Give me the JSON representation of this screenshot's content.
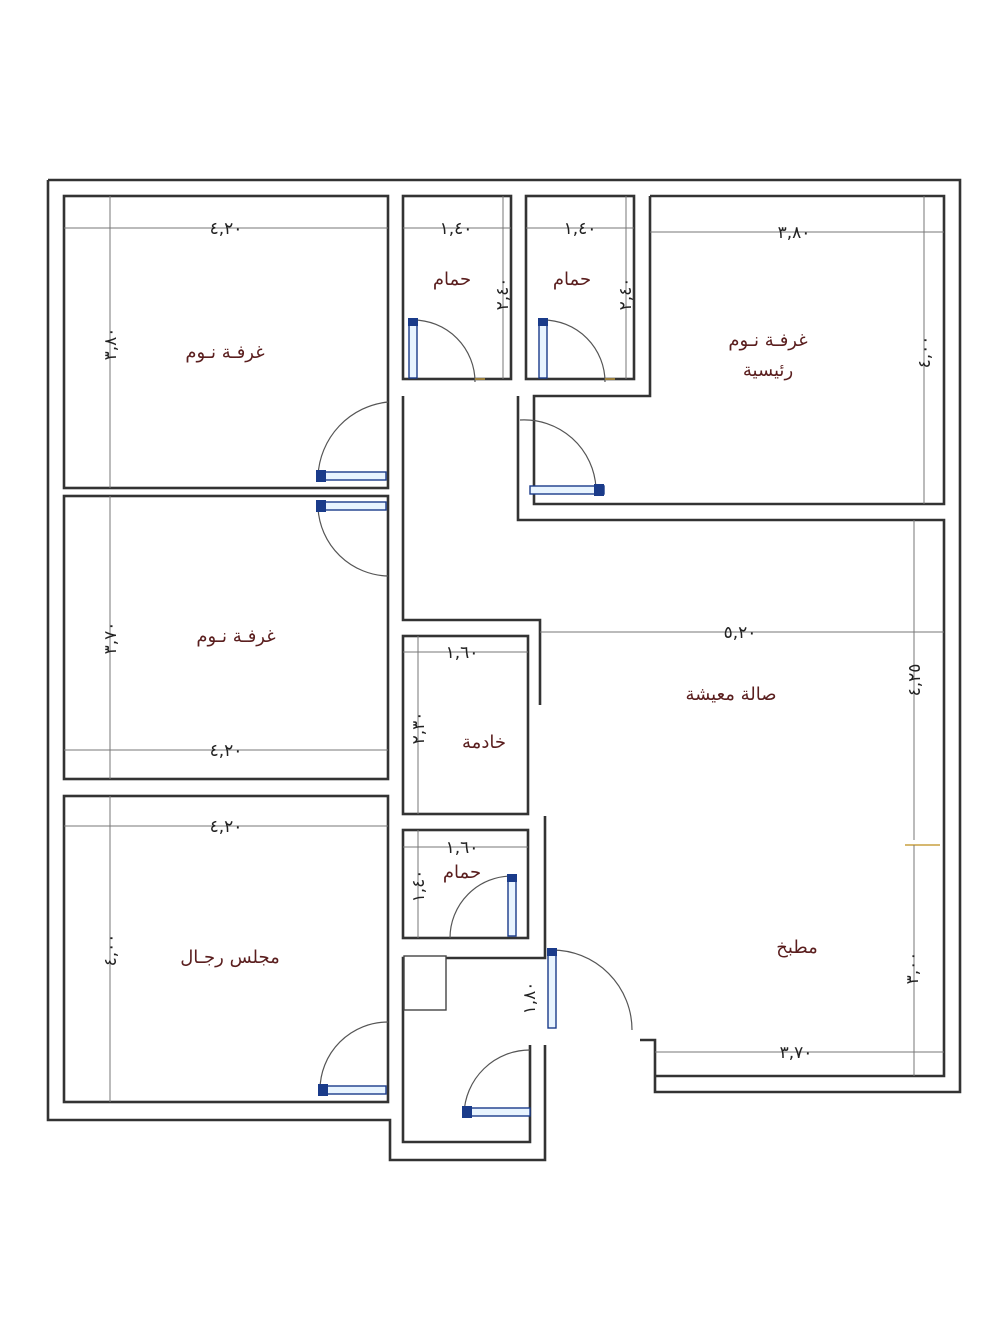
{
  "rooms": {
    "bedroom_top_left": "غرفـة نـوم",
    "bath_1": "حمام",
    "bath_2": "حمام",
    "master_bedroom_line1": "غرفـة نـوم",
    "master_bedroom_line2": "رئيسية",
    "bedroom_middle_left": "غرفـة نـوم",
    "living_hall": "صالة معيشة",
    "maid_room": "خادمة",
    "bath_3": "حمام",
    "majlis": "مجلس رجـال",
    "kitchen": "مطبخ"
  },
  "dimensions": {
    "bedroom_top_left_w": "٤,٢٠",
    "bedroom_top_left_h": "٣,٨٠",
    "bath_1_w": "١,٤٠",
    "bath_1_h": "٢,٤٠",
    "bath_2_w": "١,٤٠",
    "bath_2_h": "٢,٤٠",
    "master_bedroom_w": "٣,٨٠",
    "master_bedroom_h": "٤,٠٠",
    "bedroom_middle_h": "٣,٧٠",
    "bedroom_middle_w": "٤,٢٠",
    "living_w": "٥,٢٠",
    "living_h": "٤,٢٥",
    "maid_w": "١,٦٠",
    "maid_h": "٢,٣٠",
    "bath_3_w": "١,٦٠",
    "bath_3_h": "١,٤٠",
    "majlis_w": "٤,٢٠",
    "majlis_h": "٤,٠٠",
    "passage_w": "١,٨٠",
    "kitchen_h": "٣,٠٠",
    "kitchen_w": "٣,٧٠"
  },
  "colors": {
    "wall": "#333333",
    "room_label": "#5a1e1e",
    "door_leaf": "#1a3b8a",
    "door_jamb": "#c8a040"
  }
}
